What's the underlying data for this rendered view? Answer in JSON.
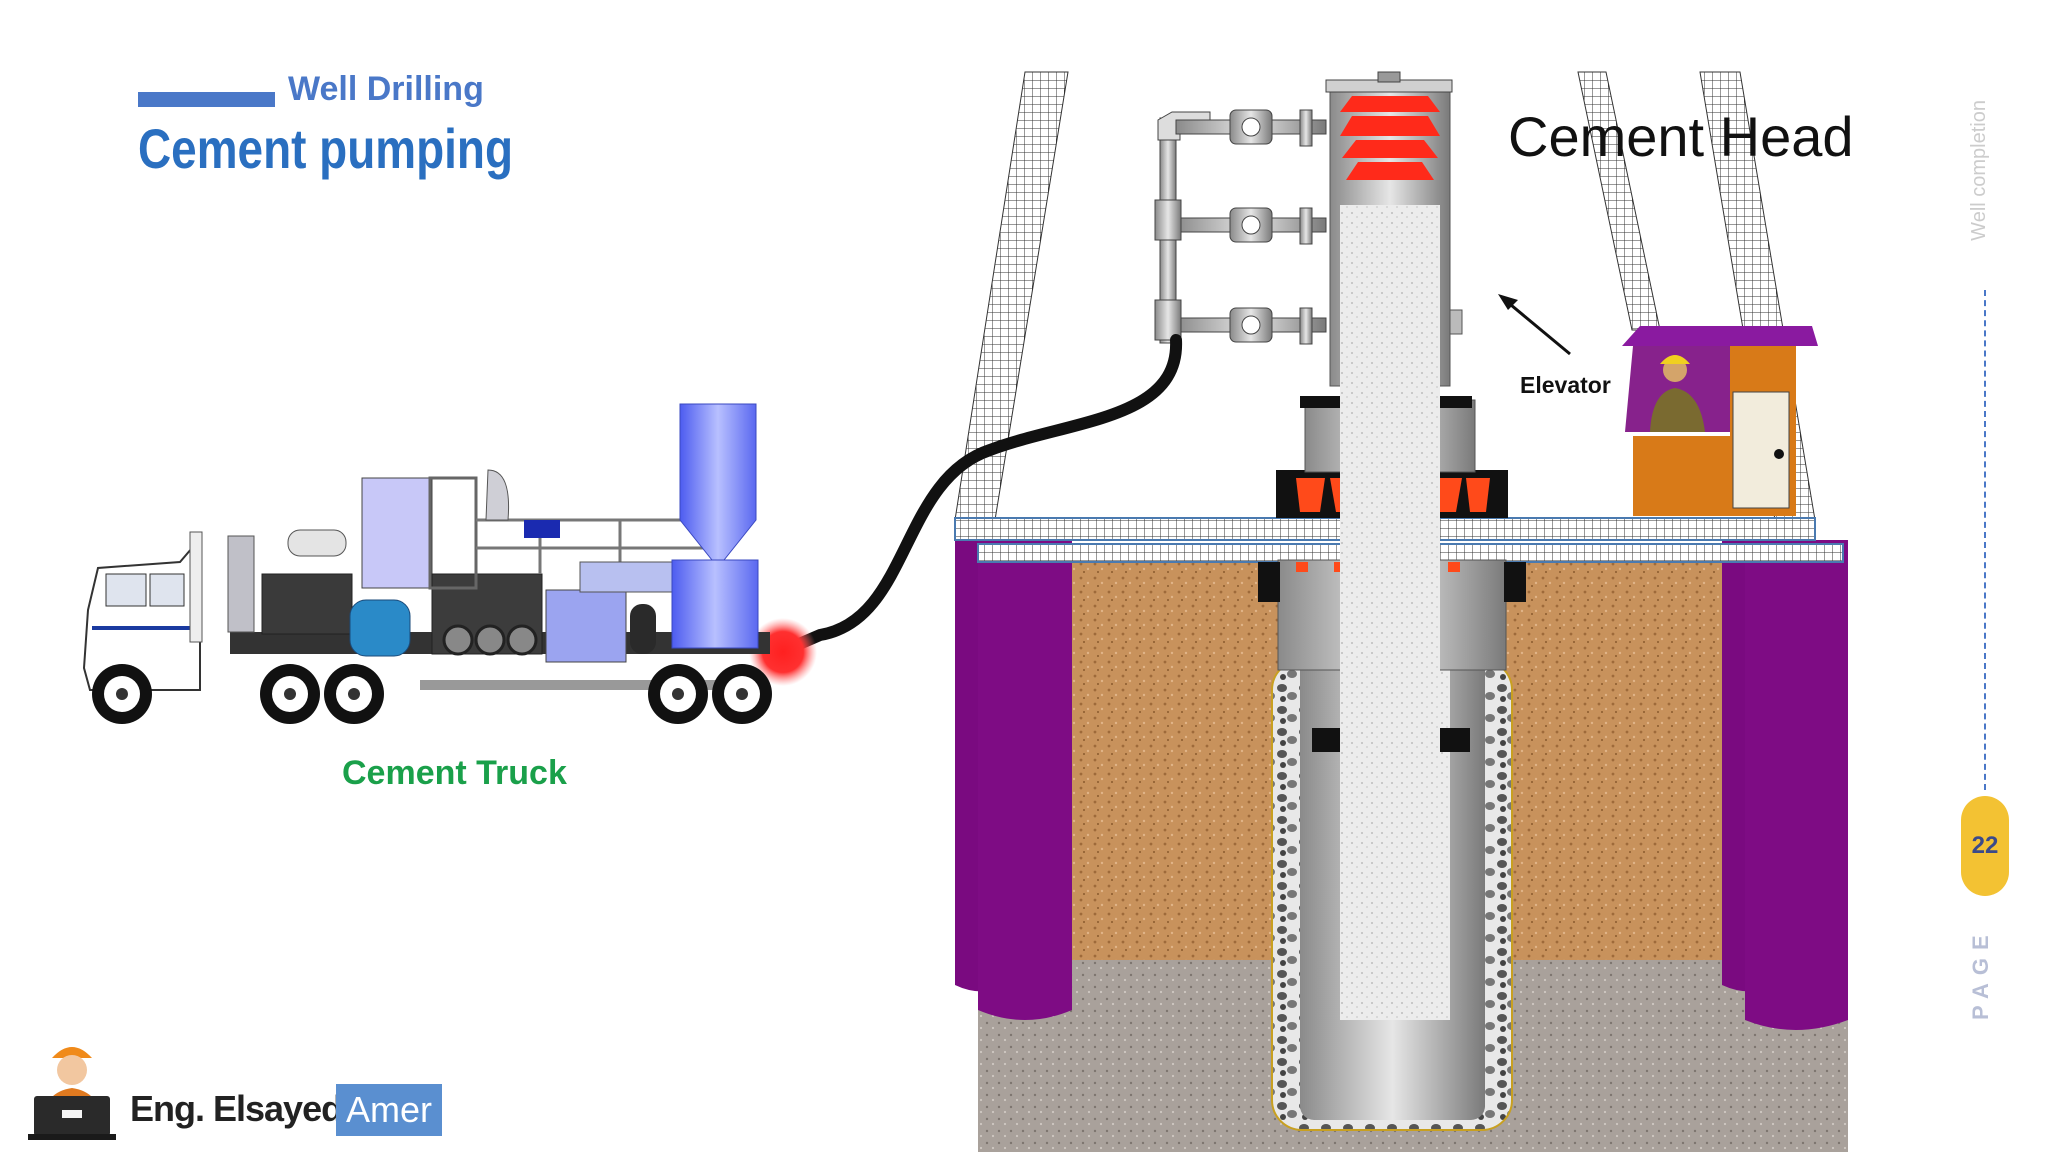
{
  "header": {
    "subtitle": "Well Drilling",
    "title": "Cement pumping"
  },
  "diagram": {
    "truck_label": "Cement Truck",
    "cement_head_label": "Cement Head",
    "elevator_label": "Elevator"
  },
  "sidebar": {
    "section_label": "Well completion",
    "page_number": "22",
    "page_word": "PAGE"
  },
  "footer": {
    "author_first": "Eng. Elsayed",
    "author_last": "Amer"
  },
  "colors": {
    "accent_blue": "#4a78c8",
    "title_blue": "#2a6fc0",
    "truck_label_green": "#1aa04a",
    "badge_yellow": "#f3c233",
    "piling_purple": "#7a0a80",
    "soil_brown": "#c89560",
    "rock_gray": "#a8a09a"
  }
}
